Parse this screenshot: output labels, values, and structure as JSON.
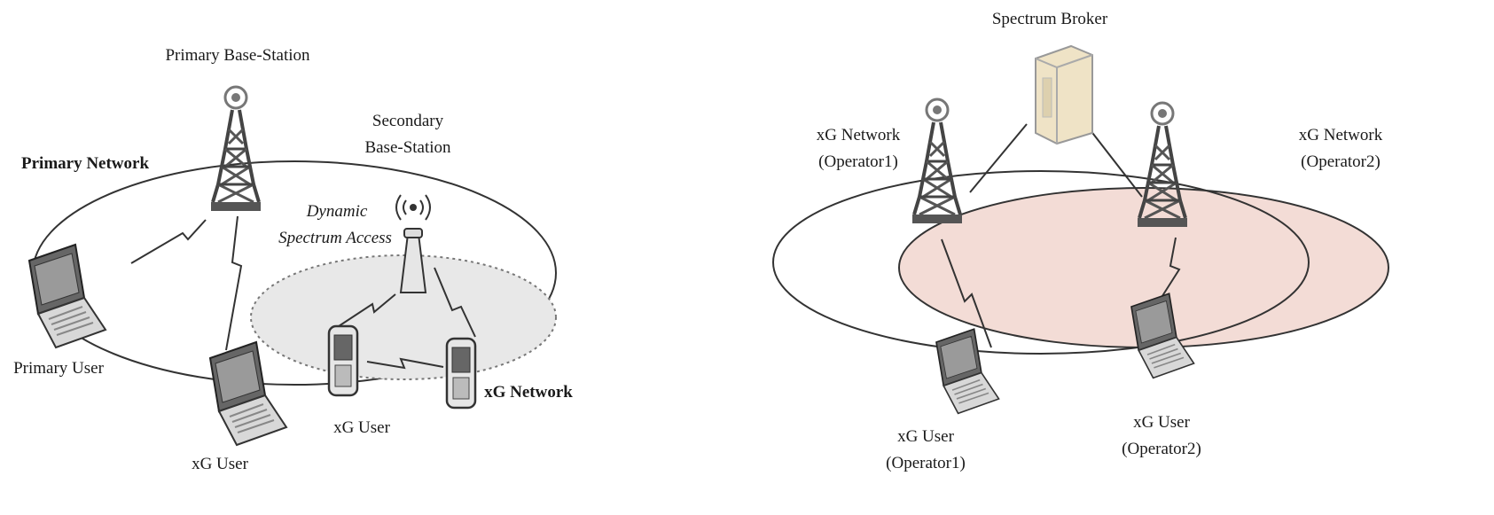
{
  "left_diagram": {
    "labels": {
      "primary_base_station": "Primary Base-Station",
      "secondary_base_station_line1": "Secondary",
      "secondary_base_station_line2": "Base-Station",
      "primary_network": "Primary Network",
      "dynamic_spectrum_access_line1": "Dynamic",
      "dynamic_spectrum_access_line2": "Spectrum Access",
      "primary_user": "Primary User",
      "xg_user_center": "xG User",
      "xg_user_bottom": "xG User",
      "xg_network": "xG Network"
    }
  },
  "right_diagram": {
    "labels": {
      "spectrum_broker": "Spectrum Broker",
      "xg_network_op1_line1": "xG Network",
      "xg_network_op1_line2": "(Operator1)",
      "xg_network_op2_line1": "xG Network",
      "xg_network_op2_line2": "(Operator2)",
      "xg_user_op1_line1": "xG User",
      "xg_user_op1_line2": "(Operator1)",
      "xg_user_op2_line1": "xG User",
      "xg_user_op2_line2": "(Operator2)"
    },
    "colors": {
      "operator2_area_fill": "#f3dcd6",
      "broker_fill": "#efe3c6"
    }
  },
  "colors": {
    "xg_network_area_fill": "#e8e8e8",
    "outline": "#333333"
  }
}
